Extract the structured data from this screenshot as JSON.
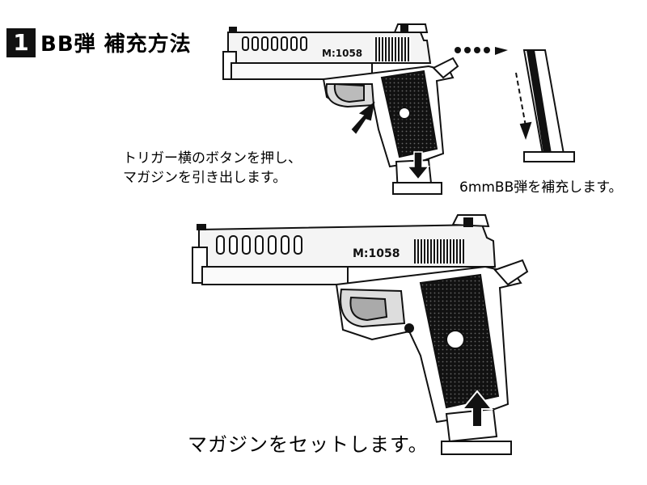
{
  "step": {
    "number": "1",
    "title": "BB弾 補充方法"
  },
  "captions": {
    "release_magazine": [
      "トリガー横のボタンを押し、",
      "マガジンを引き出します。"
    ],
    "load_bb": "6mmBB弾を補充します。",
    "insert_magazine": "マガジンをセットします。"
  },
  "gun": {
    "model": "M:1058"
  }
}
